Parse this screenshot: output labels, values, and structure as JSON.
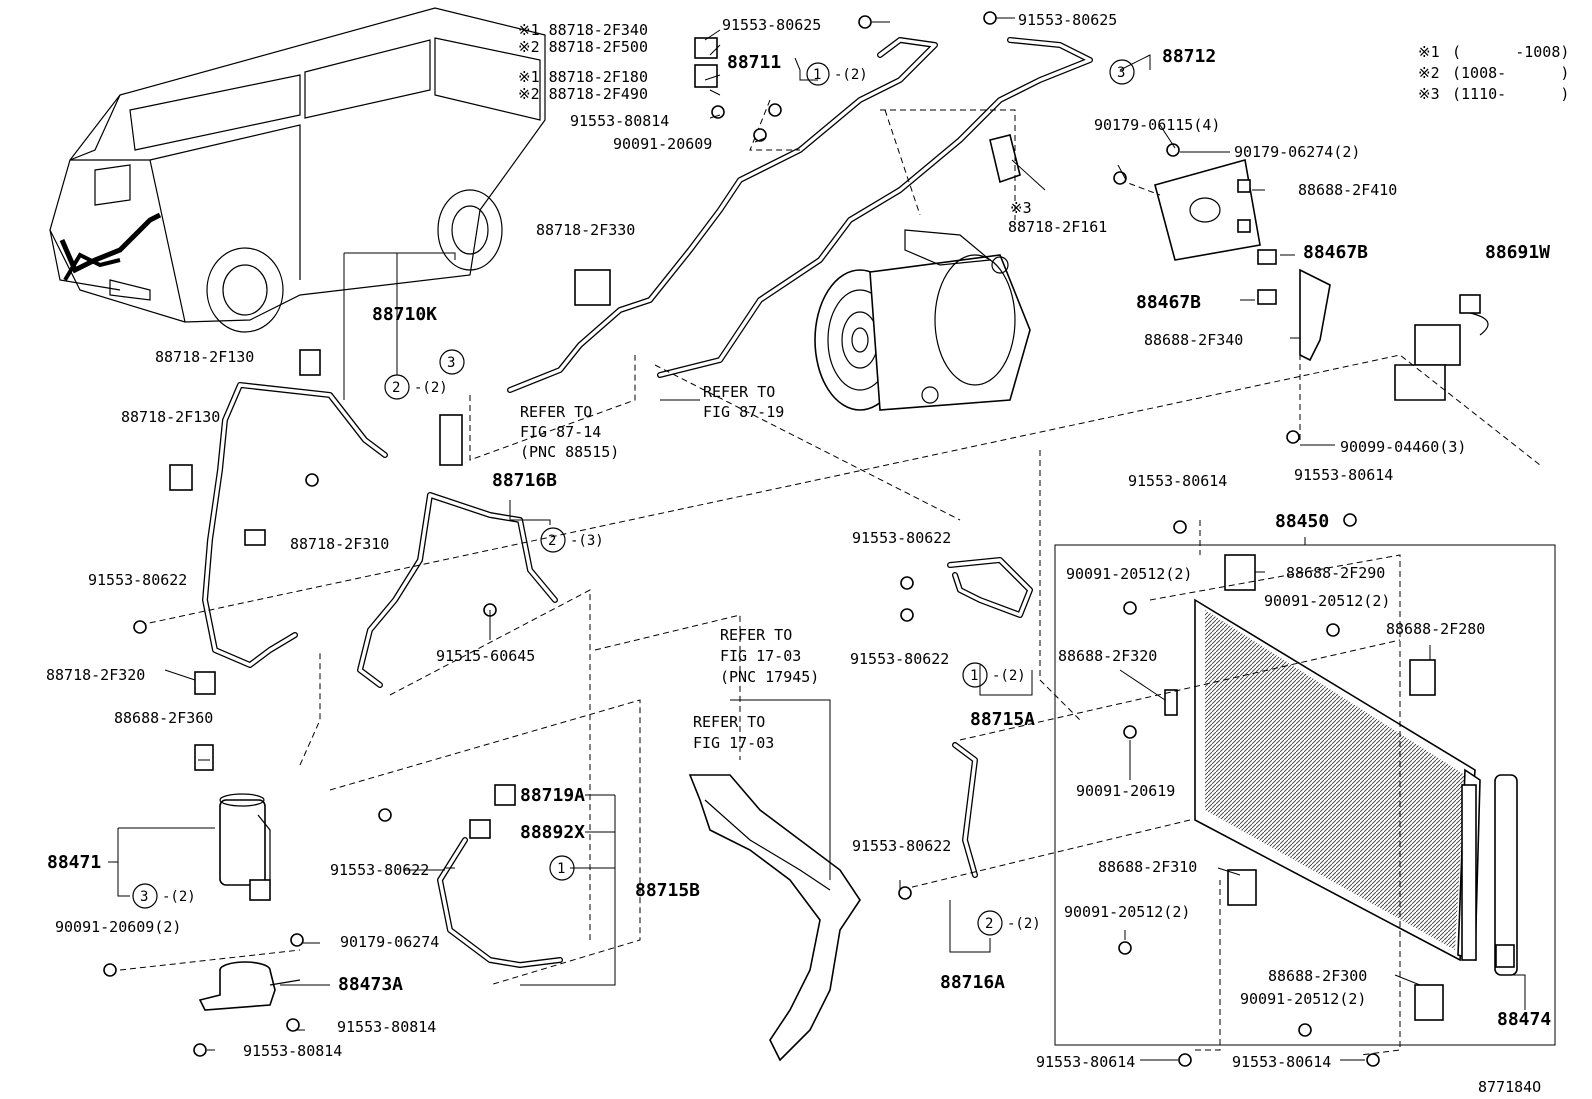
{
  "figure_code": "877184O",
  "legend": [
    {
      "mark": "※1",
      "range": "(      -1008)"
    },
    {
      "mark": "※2",
      "range": "(1008-      )"
    },
    {
      "mark": "※3",
      "range": "(1110-      )"
    }
  ],
  "refer_notes": {
    "fig_87_19": [
      "REFER TO",
      "FIG 87-19"
    ],
    "fig_87_14": [
      "REFER TO",
      "FIG 87-14",
      "(PNC 88515)"
    ],
    "fig_17_03_pnc": [
      "REFER TO",
      "FIG 17-03",
      "(PNC 17945)"
    ],
    "fig_17_03": [
      "REFER TO",
      "FIG 17-03"
    ]
  },
  "assemblies": {
    "a88711": "88711",
    "a88712": "88712",
    "a88710K": "88710K",
    "a88716B": "88716B",
    "a88715A": "88715A",
    "a88715B": "88715B",
    "a88716A": "88716A",
    "a88450": "88450",
    "a88471": "88471",
    "a88473A": "88473A",
    "a88474": "88474",
    "a88467B_1": "88467B",
    "a88467B_2": "88467B",
    "a88691W": "88691W",
    "a88719A": "88719A",
    "a88892X": "88892X"
  },
  "part_labels": {
    "p1": "※1 88718-2F340",
    "p2": "※2 88718-2F500",
    "p3": "※1 88718-2F180",
    "p4": "※2 88718-2F490",
    "p5": "91553-80625",
    "p6": "91553-80625",
    "p7": "91553-80814",
    "p8": "90091-20609",
    "p9": "90179-06115(4)",
    "p10": "90179-06274(2)",
    "p11": "88688-2F410",
    "p12": "※3",
    "p13": "88718-2F161",
    "p14": "88718-2F330",
    "p15": "88688-2F340",
    "p16": "90099-04460(3)",
    "p17": "88718-2F130",
    "p18": "88718-2F130",
    "p19": "88718-2F310",
    "p20": "91553-80622",
    "p21": "88718-2F320",
    "p22": "88688-2F360",
    "p23": "91515-60645",
    "p24": "91553-80622",
    "p25": "91553-80622",
    "p26": "91553-80614",
    "p27": "91553-80614",
    "p28": "90091-20512(2)",
    "p29": "88688-2F290",
    "p30": "90091-20512(2)",
    "p31": "88688-2F280",
    "p32": "88688-2F320",
    "p33": "90091-20619",
    "p34": "91553-80622",
    "p35": "88688-2F310",
    "p36": "90091-20512(2)",
    "p37": "88688-2F300",
    "p38": "90091-20512(2)",
    "p39": "91553-80614",
    "p40": "91553-80614",
    "p41": "90091-20609(2)",
    "p42": "90179-06274",
    "p43": "91553-80814",
    "p44": "91553-80814",
    "p45": "91553-80622"
  },
  "circle_callouts": {
    "c1": {
      "num": "1",
      "qty": "-(2)"
    },
    "c2": {
      "num": "3",
      "qty": ""
    },
    "c3": {
      "num": "2",
      "qty": "-(2)"
    },
    "c4": {
      "num": "3",
      "qty": ""
    },
    "c5": {
      "num": "2",
      "qty": "-(3)"
    },
    "c6": {
      "num": "1",
      "qty": "-(2)"
    },
    "c7": {
      "num": "1",
      "qty": ""
    },
    "c8": {
      "num": "3",
      "qty": "-(2)"
    },
    "c9": {
      "num": "2",
      "qty": "-(2)"
    }
  }
}
